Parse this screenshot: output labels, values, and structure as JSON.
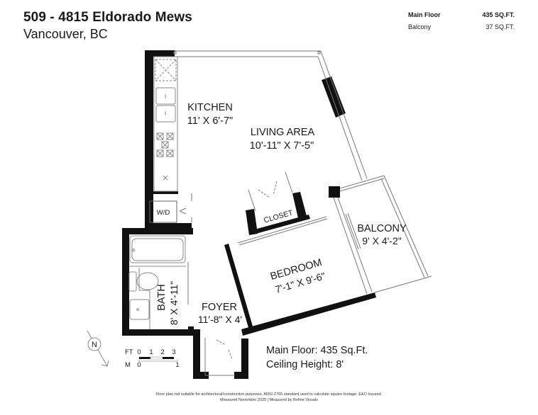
{
  "header": {
    "title": "509 - 4815 Eldorado Mews",
    "subtitle": "Vancouver, BC"
  },
  "area_table": [
    {
      "label": "Main Floor",
      "value": "435 SQ.FT.",
      "bold": true
    },
    {
      "label": "Balcony",
      "value": "37 SQ.FT.",
      "bold": false
    }
  ],
  "rooms": {
    "kitchen": {
      "name": "KITCHEN",
      "dims": "11' X 6'-7\""
    },
    "living": {
      "name": "LIVING AREA",
      "dims": "10'-11\" X 7'-5\""
    },
    "closet": {
      "name": "CLOSET"
    },
    "wd": {
      "name": "W/D"
    },
    "balcony": {
      "name": "BALCONY",
      "dims": "9' X 4'-2\""
    },
    "bedroom": {
      "name": "BEDROOM",
      "dims": "7'-1\" X 9'-6\""
    },
    "bath": {
      "name": "BATH",
      "dims": "8' X 4'-11\""
    },
    "foyer": {
      "name": "FOYER",
      "dims": "11'-8\" X 4'"
    }
  },
  "compass": {
    "letter": "N"
  },
  "scale": {
    "ft_label": "FT",
    "ft_ticks": [
      "0",
      "1",
      "2",
      "3"
    ],
    "m_label": "M",
    "m_ticks": [
      "0",
      "1"
    ]
  },
  "summary": {
    "main_floor": "Main Floor: 435 Sq.Ft.",
    "ceiling": "Ceiling Height: 8'"
  },
  "footer": {
    "line1": "Floor plan not suitable for architectural/construction purposes. ANSI Z765 standard used to calculate square footage. E&O Insured.",
    "line2": "Measured November 2025 | Measured by Refine Visuals"
  }
}
